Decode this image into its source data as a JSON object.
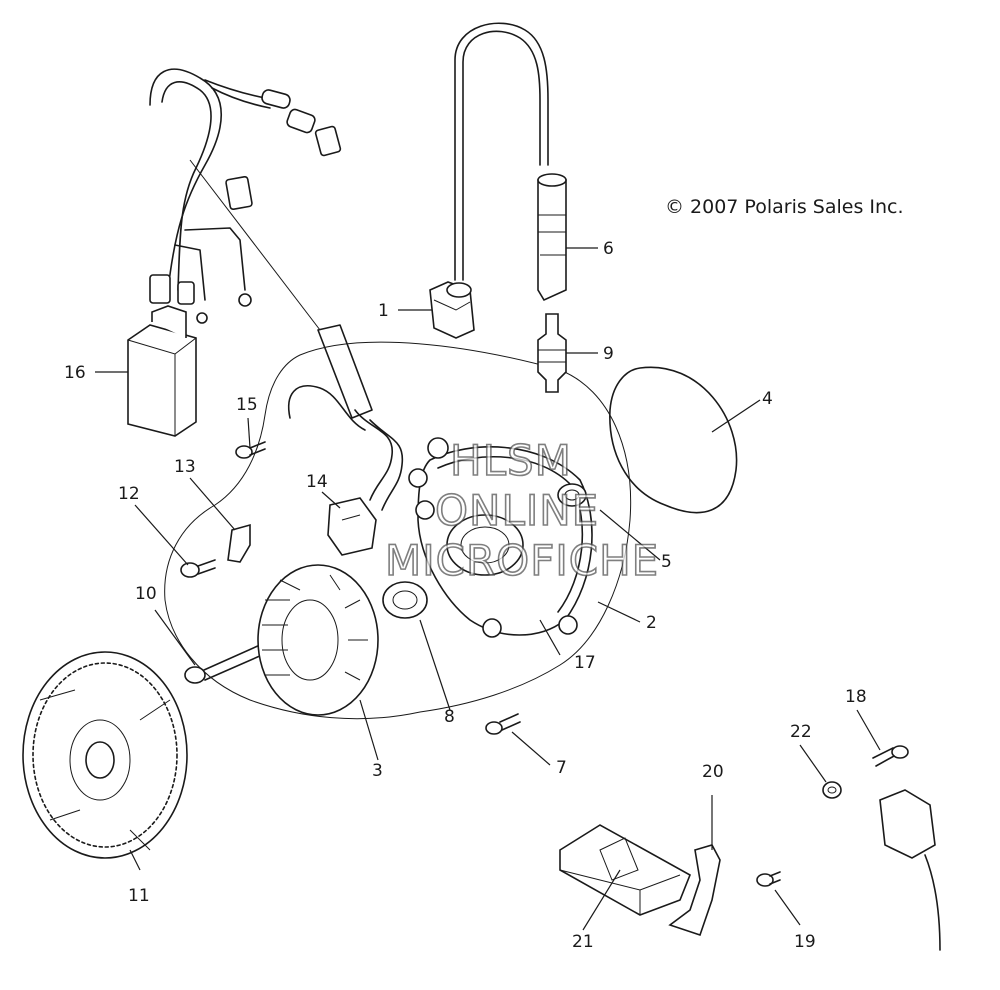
{
  "copyright": "© 2007 Polaris Sales Inc.",
  "watermark": [
    "HLSM",
    "ONLINE",
    "MICROFICHE"
  ],
  "callouts": [
    {
      "id": "1",
      "label": "1"
    },
    {
      "id": "2",
      "label": "2"
    },
    {
      "id": "3",
      "label": "3"
    },
    {
      "id": "4",
      "label": "4"
    },
    {
      "id": "5",
      "label": "5"
    },
    {
      "id": "6",
      "label": "6"
    },
    {
      "id": "7",
      "label": "7"
    },
    {
      "id": "8",
      "label": "8"
    },
    {
      "id": "9",
      "label": "9"
    },
    {
      "id": "10",
      "label": "10"
    },
    {
      "id": "11",
      "label": "11"
    },
    {
      "id": "12",
      "label": "12"
    },
    {
      "id": "13",
      "label": "13"
    },
    {
      "id": "14",
      "label": "14"
    },
    {
      "id": "15",
      "label": "15"
    },
    {
      "id": "16",
      "label": "16"
    },
    {
      "id": "17",
      "label": "17"
    },
    {
      "id": "18",
      "label": "18"
    },
    {
      "id": "19",
      "label": "19"
    },
    {
      "id": "20",
      "label": "20"
    },
    {
      "id": "21",
      "label": "21"
    },
    {
      "id": "22",
      "label": "22"
    }
  ]
}
